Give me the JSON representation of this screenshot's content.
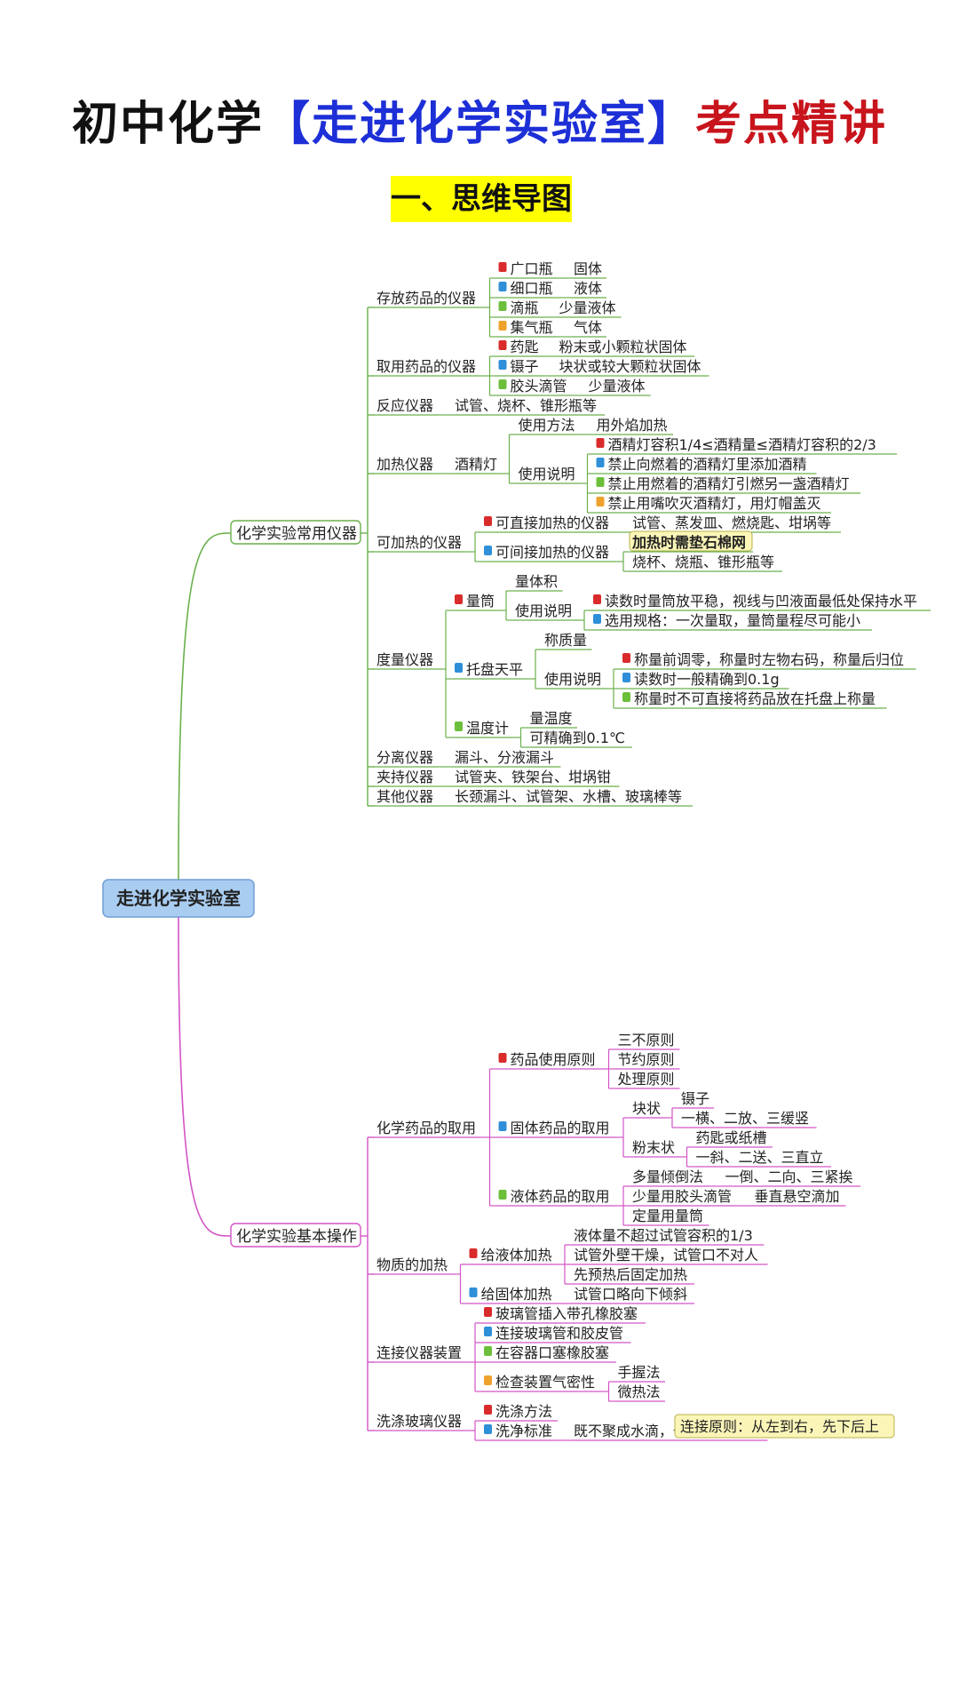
{
  "title": {
    "part1": "初中化学",
    "part2": "【走进化学实验室】",
    "part3": "考点精讲"
  },
  "subtitle": "一、思维导图",
  "colors": {
    "green": "#6ab04c",
    "magenta": "#d354c6",
    "root_bg": "#a9cdf1",
    "tag_bg": "#fbf6b8"
  },
  "tree": {
    "root": "走进化学实验室",
    "branches": [
      {
        "label": "化学实验常用仪器",
        "children": [
          {
            "label": "存放药品的仪器",
            "children": [
              {
                "label": "广口瓶",
                "badge": 1,
                "children": [
                  {
                    "label": "固体"
                  }
                ]
              },
              {
                "label": "细口瓶",
                "badge": 2,
                "children": [
                  {
                    "label": "液体"
                  }
                ]
              },
              {
                "label": "滴瓶",
                "badge": 3,
                "children": [
                  {
                    "label": "少量液体"
                  }
                ]
              },
              {
                "label": "集气瓶",
                "badge": 4,
                "children": [
                  {
                    "label": "气体"
                  }
                ]
              }
            ]
          },
          {
            "label": "取用药品的仪器",
            "children": [
              {
                "label": "药匙",
                "badge": 1,
                "children": [
                  {
                    "label": "粉末或小颗粒状固体"
                  }
                ]
              },
              {
                "label": "镊子",
                "badge": 2,
                "children": [
                  {
                    "label": "块状或较大颗粒状固体"
                  }
                ]
              },
              {
                "label": "胶头滴管",
                "badge": 3,
                "children": [
                  {
                    "label": "少量液体"
                  }
                ]
              }
            ]
          },
          {
            "label": "反应仪器",
            "children": [
              {
                "label": "试管、烧杯、锥形瓶等"
              }
            ]
          },
          {
            "label": "加热仪器",
            "children": [
              {
                "label": "酒精灯",
                "children": [
                  {
                    "label": "使用方法",
                    "children": [
                      {
                        "label": "用外焰加热"
                      }
                    ]
                  },
                  {
                    "label": "使用说明",
                    "children": [
                      {
                        "label": "酒精灯容积1/4≤酒精量≤酒精灯容积的2/3",
                        "badge": 1
                      },
                      {
                        "label": "禁止向燃着的酒精灯里添加酒精",
                        "badge": 2
                      },
                      {
                        "label": "禁止用燃着的酒精灯引燃另一盏酒精灯",
                        "badge": 3
                      },
                      {
                        "label": "禁止用嘴吹灭酒精灯，用灯帽盖灭",
                        "badge": 4
                      }
                    ]
                  }
                ]
              }
            ]
          },
          {
            "label": "可加热的仪器",
            "children": [
              {
                "label": "可直接加热的仪器",
                "badge": 1,
                "children": [
                  {
                    "label": "试管、蒸发皿、燃烧匙、坩埚等"
                  }
                ]
              },
              {
                "label": "可间接加热的仪器",
                "badge": 2,
                "children": [
                  {
                    "label": "加热时需垫石棉网",
                    "note": true
                  },
                  {
                    "label": "烧杯、烧瓶、锥形瓶等"
                  }
                ]
              }
            ]
          },
          {
            "label": "度量仪器",
            "children": [
              {
                "label": "量筒",
                "badge": 1,
                "children": [
                  {
                    "label": "量体积"
                  },
                  {
                    "label": "使用说明",
                    "children": [
                      {
                        "label": "读数时量筒放平稳，视线与凹液面最低处保持水平",
                        "badge": 1
                      },
                      {
                        "label": "选用规格：一次量取，量筒量程尽可能小",
                        "badge": 2
                      }
                    ]
                  }
                ]
              },
              {
                "label": "托盘天平",
                "badge": 2,
                "children": [
                  {
                    "label": "称质量"
                  },
                  {
                    "label": "使用说明",
                    "children": [
                      {
                        "label": "称量前调零，称量时左物右码，称量后归位",
                        "badge": 1
                      },
                      {
                        "label": "读数时一般精确到0.1g",
                        "badge": 2
                      },
                      {
                        "label": "称量时不可直接将药品放在托盘上称量",
                        "badge": 3
                      }
                    ]
                  }
                ]
              },
              {
                "label": "温度计",
                "badge": 3,
                "children": [
                  {
                    "label": "量温度"
                  },
                  {
                    "label": "可精确到0.1℃"
                  }
                ]
              }
            ]
          },
          {
            "label": "分离仪器",
            "children": [
              {
                "label": "漏斗、分液漏斗"
              }
            ]
          },
          {
            "label": "夹持仪器",
            "children": [
              {
                "label": "试管夹、铁架台、坩埚钳"
              }
            ]
          },
          {
            "label": "其他仪器",
            "children": [
              {
                "label": "长颈漏斗、试管架、水槽、玻璃棒等"
              }
            ]
          }
        ]
      },
      {
        "label": "化学实验基本操作",
        "children": [
          {
            "label": "化学药品的取用",
            "children": [
              {
                "label": "药品使用原则",
                "badge": 1,
                "children": [
                  {
                    "label": "三不原则"
                  },
                  {
                    "label": "节约原则"
                  },
                  {
                    "label": "处理原则"
                  }
                ]
              },
              {
                "label": "固体药品的取用",
                "badge": 2,
                "children": [
                  {
                    "label": "块状",
                    "children": [
                      {
                        "label": "镊子"
                      },
                      {
                        "label": "一横、二放、三缓竖"
                      }
                    ]
                  },
                  {
                    "label": "粉末状",
                    "children": [
                      {
                        "label": "药匙或纸槽"
                      },
                      {
                        "label": "一斜、二送、三直立"
                      }
                    ]
                  }
                ]
              },
              {
                "label": "液体药品的取用",
                "badge": 3,
                "children": [
                  {
                    "label": "多量倾倒法",
                    "children": [
                      {
                        "label": "一倒、二向、三紧挨"
                      }
                    ]
                  },
                  {
                    "label": "少量用胶头滴管",
                    "children": [
                      {
                        "label": "垂直悬空滴加"
                      }
                    ]
                  },
                  {
                    "label": "定量用量筒"
                  }
                ]
              }
            ]
          },
          {
            "label": "物质的加热",
            "children": [
              {
                "label": "给液体加热",
                "badge": 1,
                "children": [
                  {
                    "label": "液体量不超过试管容积的1/3"
                  },
                  {
                    "label": "试管外壁干燥，试管口不对人"
                  },
                  {
                    "label": "先预热后固定加热"
                  }
                ]
              },
              {
                "label": "给固体加热",
                "badge": 2,
                "children": [
                  {
                    "label": "试管口略向下倾斜"
                  }
                ]
              }
            ]
          },
          {
            "label": "连接仪器装置",
            "children": [
              {
                "label": "玻璃管插入带孔橡胶塞",
                "badge": 1
              },
              {
                "label": "连接玻璃管和胶皮管",
                "badge": 2
              },
              {
                "label": "在容器口塞橡胶塞",
                "badge": 3
              },
              {
                "label": "检查装置气密性",
                "badge": 4,
                "children": [
                  {
                    "label": "手握法"
                  },
                  {
                    "label": "微热法"
                  }
                ]
              }
            ]
          },
          {
            "label": "洗涤玻璃仪器",
            "children": [
              {
                "label": "洗涤方法",
                "badge": 1
              },
              {
                "label": "洗净标准",
                "badge": 2,
                "children": [
                  {
                    "label": "既不聚成水滴，也不成股流下"
                  }
                ]
              }
            ]
          }
        ]
      }
    ]
  },
  "callout": "连接原则：从左到右，先下后上"
}
